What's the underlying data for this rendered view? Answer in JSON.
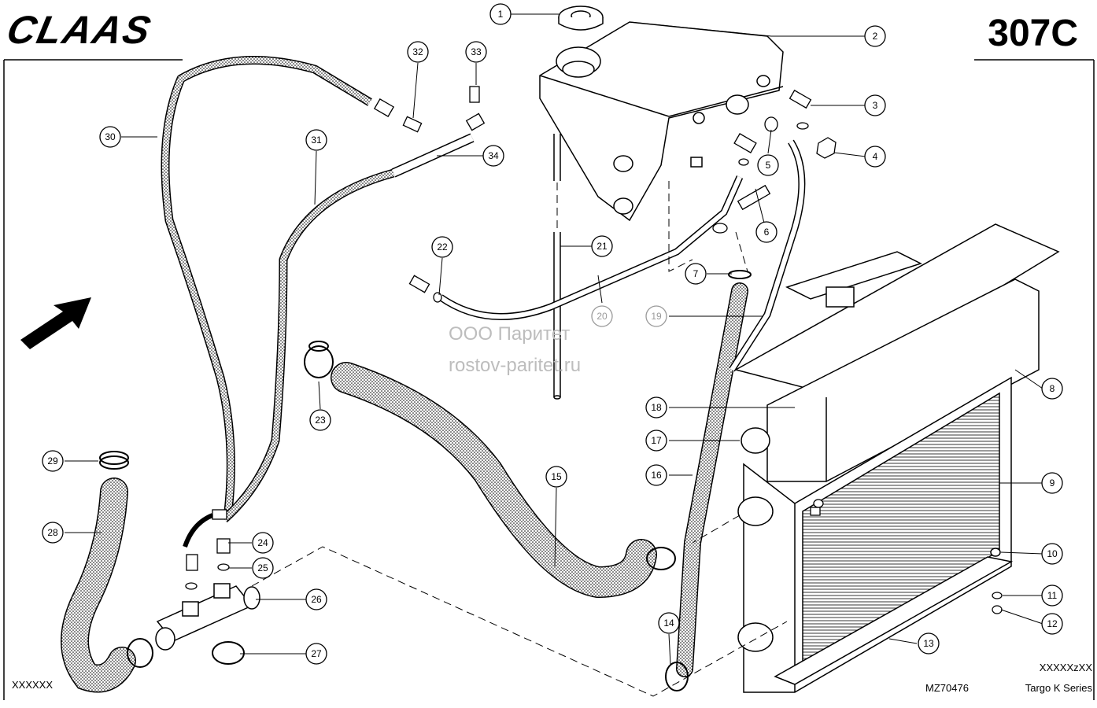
{
  "brand": "CLAAS",
  "section_code": "307C",
  "drawing_number": "MZ70476",
  "series": "Targo K Series",
  "serial_left": "XXXXXX",
  "serial_right": "XXXXXzXX",
  "watermark": {
    "line1": "ООО Паритет",
    "line2": "rostov-paritet.ru"
  },
  "callouts": [
    "1",
    "2",
    "3",
    "4",
    "5",
    "6",
    "7",
    "8",
    "9",
    "10",
    "11",
    "12",
    "13",
    "14",
    "15",
    "16",
    "17",
    "18",
    "19",
    "20",
    "21",
    "22",
    "23",
    "24",
    "25",
    "26",
    "27",
    "28",
    "29",
    "30",
    "31",
    "32",
    "33",
    "34"
  ]
}
